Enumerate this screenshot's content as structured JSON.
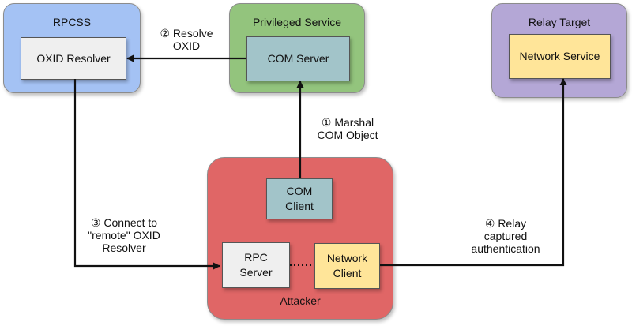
{
  "groups": {
    "rpcss": {
      "title": "RPCSS",
      "color": "#a4c2f4"
    },
    "privileged": {
      "title": "Privileged Service",
      "color": "#93c47d"
    },
    "relay": {
      "title": "Relay Target",
      "color": "#b4a7d6"
    },
    "attacker": {
      "title": "Attacker",
      "color": "#e06666"
    }
  },
  "nodes": {
    "oxid_resolver": {
      "label": "OXID Resolver",
      "color": "#efefef"
    },
    "com_server": {
      "label": "COM Server",
      "color": "#a2c4c9"
    },
    "network_service": {
      "label": "Network Service",
      "color": "#ffe599"
    },
    "com_client": {
      "label": "COM\nClient",
      "color": "#a2c4c9"
    },
    "rpc_server": {
      "label": "RPC\nServer",
      "color": "#efefef"
    },
    "network_client": {
      "label": "Network\nClient",
      "color": "#ffe599"
    }
  },
  "edges": {
    "step1": "① Marshal\nCOM Object",
    "step2": "② Resolve\nOXID",
    "step3": "③ Connect to\n\"remote\" OXID\nResolver",
    "step4": "④ Relay\ncaptured\nauthentication"
  }
}
